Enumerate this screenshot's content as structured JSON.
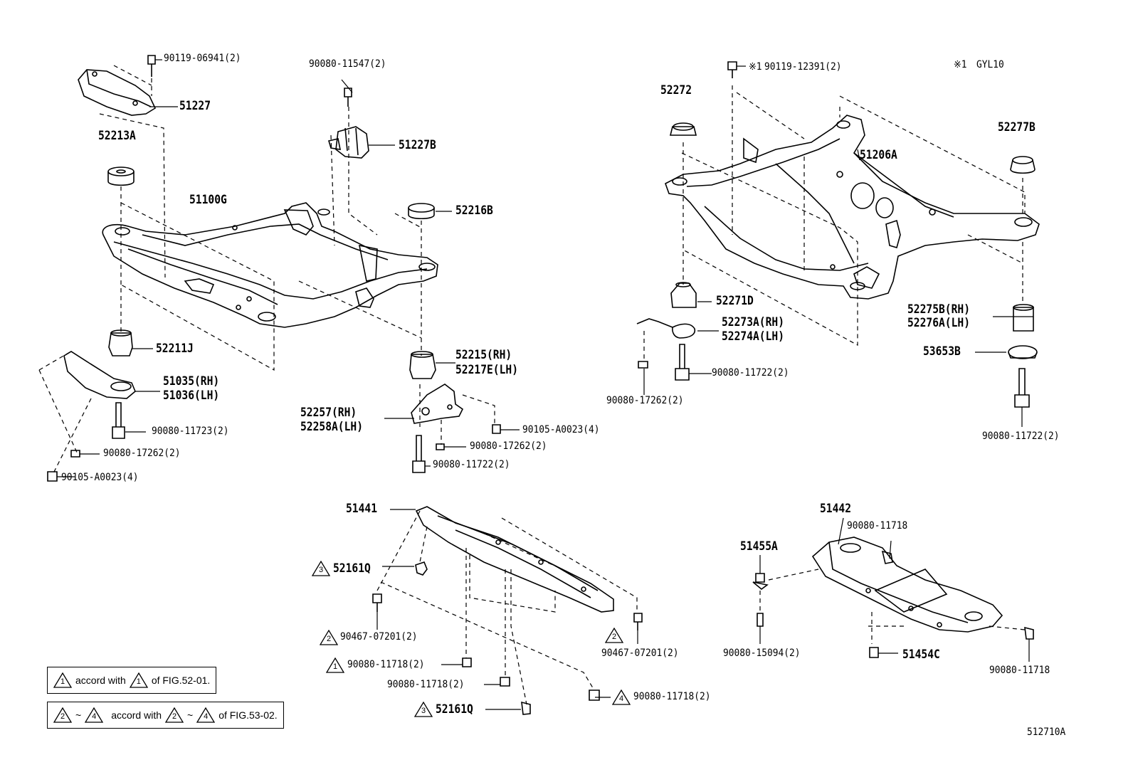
{
  "note": {
    "symbol": "※1",
    "text": "GYL10"
  },
  "figure_id": "512710A",
  "labels": {
    "p1": "90119-06941(2)",
    "p2": "51227",
    "p3": "52213A",
    "p4": "51100G",
    "p5": "52211J",
    "p6a": "51035(RH)",
    "p6b": "51036(LH)",
    "p7": "90080-11723(2)",
    "p8": "90080-17262(2)",
    "p9": "90105-A0023(4)",
    "p10": "90080-11547(2)",
    "p11": "51227B",
    "p12": "52216B",
    "p13a": "52215(RH)",
    "p13b": "52217E(LH)",
    "p14a": "52257(RH)",
    "p14b": "52258A(LH)",
    "p15": "90105-A0023(4)",
    "p16": "90080-17262(2)",
    "p17": "90080-11722(2)",
    "p18": "90119-12391(2)",
    "p18m": "※1",
    "p19": "52272",
    "p20": "51206A",
    "p21": "52277B",
    "p22": "52271D",
    "p23a": "52273A(RH)",
    "p23b": "52274A(LH)",
    "p24": "90080-11722(2)",
    "p25": "90080-17262(2)",
    "p26a": "52275B(RH)",
    "p26b": "52276A(LH)",
    "p27": "53653B",
    "p28": "90080-11722(2)",
    "p29": "51441",
    "p30": "52161Q",
    "p31": "90467-07201(2)",
    "p32": "90080-11718(2)",
    "p33": "90080-11718(2)",
    "p34": "52161Q",
    "p35": "90467-07201(2)",
    "p36": "90080-11718(2)",
    "p37": "51442",
    "p38": "90080-11718",
    "p39": "51455A",
    "p40": "90080-15094(2)",
    "p41": "51454C",
    "p42": "90080-11718"
  },
  "markers": {
    "m30": "3",
    "m31": "2",
    "m32": "1",
    "m34": "3",
    "m35": "2",
    "m36": "4"
  },
  "legend": {
    "row1": {
      "mark_a": "1",
      "text_a": "accord with",
      "mark_b": "1",
      "text_b": "of FIG.52-01."
    },
    "row2": {
      "mark_a": "2",
      "sep": "~",
      "mark_b": "4",
      "text_a": "accord with",
      "mark_c": "2",
      "sep2": "~",
      "mark_d": "4",
      "text_b": "of FIG.53-02."
    }
  }
}
